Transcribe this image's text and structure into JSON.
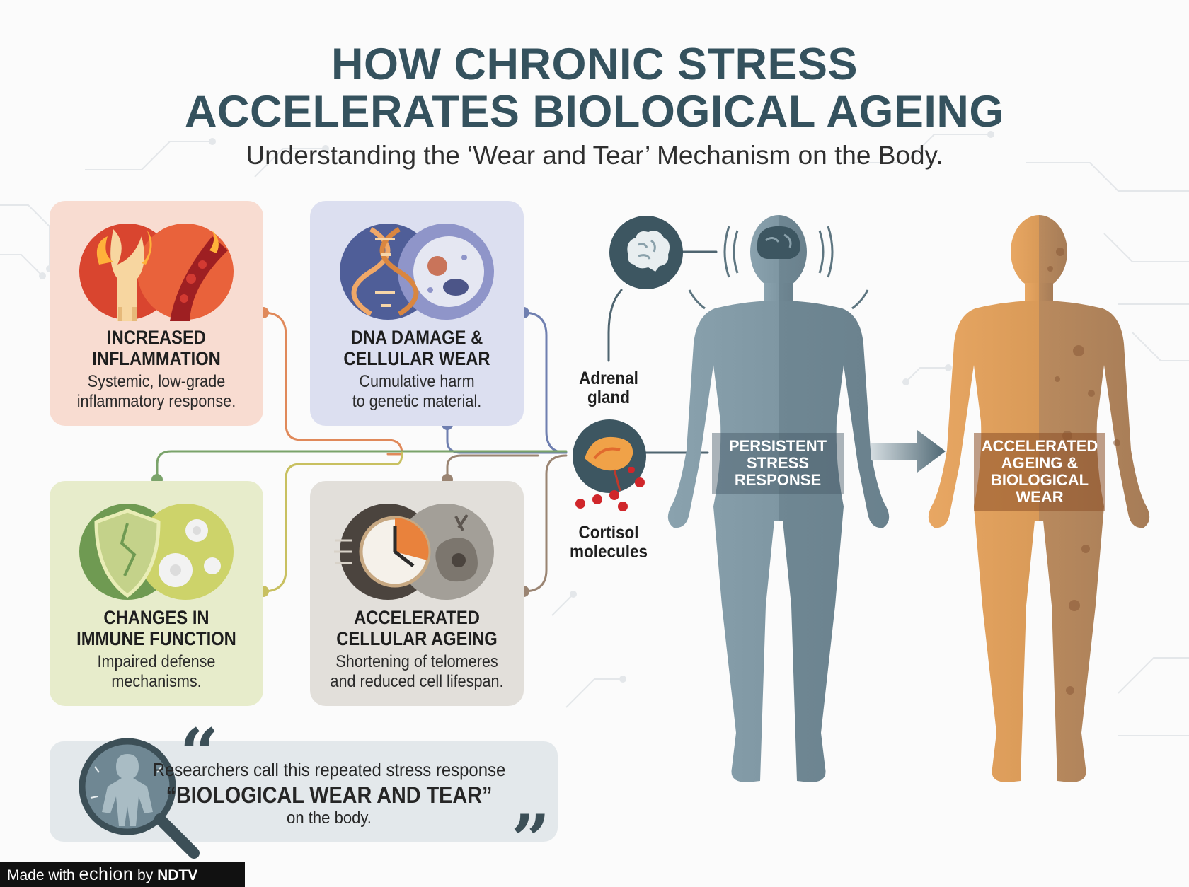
{
  "header": {
    "title_line1": "HOW CHRONIC STRESS",
    "title_line2": "ACCELERATES BIOLOGICAL AGEING",
    "subtitle": "Understanding the ‘Wear and Tear’ Mechanism on the Body."
  },
  "cards": [
    {
      "id": "inflammation",
      "title": "INCREASED\nINFLAMMATION",
      "description": "Systemic, low-grade\ninflammatory response.",
      "color": "#f8dcd1"
    },
    {
      "id": "dna",
      "title": "DNA DAMAGE &\nCELLULAR WEAR",
      "description": "Cumulative harm\nto genetic material.",
      "color": "#dcdff0"
    },
    {
      "id": "immune",
      "title": "CHANGES IN\nIMMUNE FUNCTION",
      "description": "Impaired defense\nmechanisms.",
      "color": "#e7eccb"
    },
    {
      "id": "aging",
      "title": "ACCELERATED\nCELLULAR AGEING",
      "description": "Shortening of telomeres\nand reduced cell lifespan.",
      "color": "#e2dfda"
    }
  ],
  "labels": {
    "adrenal_line1": "Adrenal",
    "adrenal_line2": "gland",
    "cortisol_line1": "Cortisol",
    "cortisol_line2": "molecules"
  },
  "figures": {
    "stress_band": "PERSISTENT\nSTRESS\nRESPONSE",
    "ageing_band": "ACCELERATED\nAGEING &\nBIOLOGICAL\nWEAR"
  },
  "quote": {
    "line1": "Researchers call this repeated stress response",
    "line2": "“BIOLOGICAL WEAR AND TEAR”",
    "line3": "on the body.",
    "open_mark": "“",
    "close_mark": "”"
  },
  "watermark": {
    "prefix": "Made with ",
    "brand": "echion",
    "middle": " by ",
    "publisher": "NDTV"
  },
  "colors": {
    "title": "#35525e",
    "stress_figure": "#7f97a3",
    "ageing_figure": "#d79a5a",
    "connector_orange": "#e0895a",
    "connector_blue": "#6f7fb0",
    "connector_green": "#7aa36a",
    "connector_yellow": "#c8c060",
    "connector_brown": "#9a8472"
  }
}
